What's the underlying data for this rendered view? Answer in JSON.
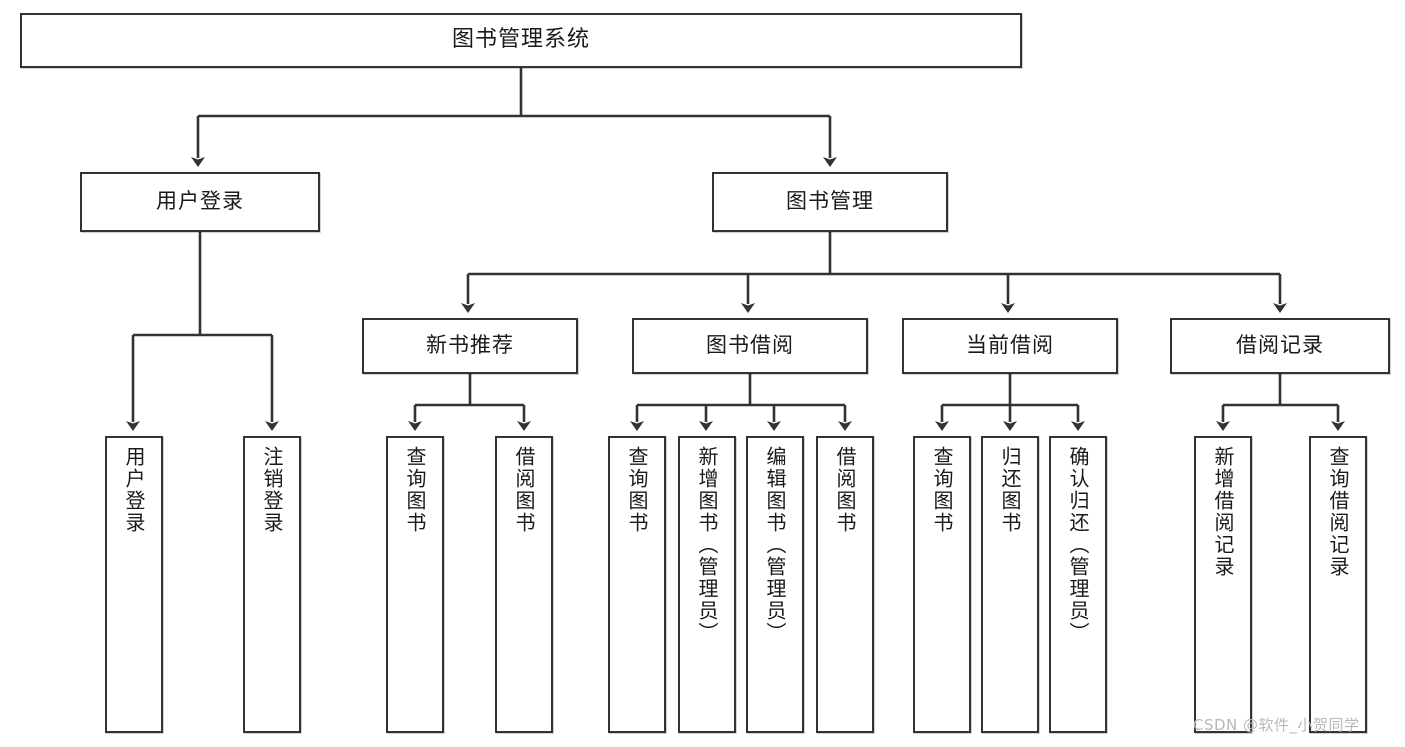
{
  "diagram": {
    "title": "图书管理系统",
    "type": "hierarchy-tree",
    "watermark": "CSDN @软件_小贺同学",
    "colors": {
      "stroke": "#333333",
      "fill": "#ffffff",
      "text": "#1a1a1a",
      "watermark": "#b8b8b8"
    },
    "nodes": {
      "root": {
        "label": "图书管理系统"
      },
      "level1": [
        {
          "label": "用户登录"
        },
        {
          "label": "图书管理"
        }
      ],
      "level2": [
        {
          "label": "新书推荐"
        },
        {
          "label": "图书借阅"
        },
        {
          "label": "当前借阅"
        },
        {
          "label": "借阅记录"
        }
      ],
      "leaves_user_login": [
        {
          "label": "用户登录"
        },
        {
          "label": "注销登录"
        }
      ],
      "leaves_new_book": [
        {
          "label": "查询图书"
        },
        {
          "label": "借阅图书"
        }
      ],
      "leaves_borrow": [
        {
          "label": "查询图书"
        },
        {
          "label": "新增图书（管理员）"
        },
        {
          "label": "编辑图书（管理员）"
        },
        {
          "label": "借阅图书"
        }
      ],
      "leaves_current": [
        {
          "label": "查询图书"
        },
        {
          "label": "归还图书"
        },
        {
          "label": "确认归还（管理员）"
        }
      ],
      "leaves_records": [
        {
          "label": "新增借阅记录"
        },
        {
          "label": "查询借阅记录"
        }
      ]
    }
  }
}
